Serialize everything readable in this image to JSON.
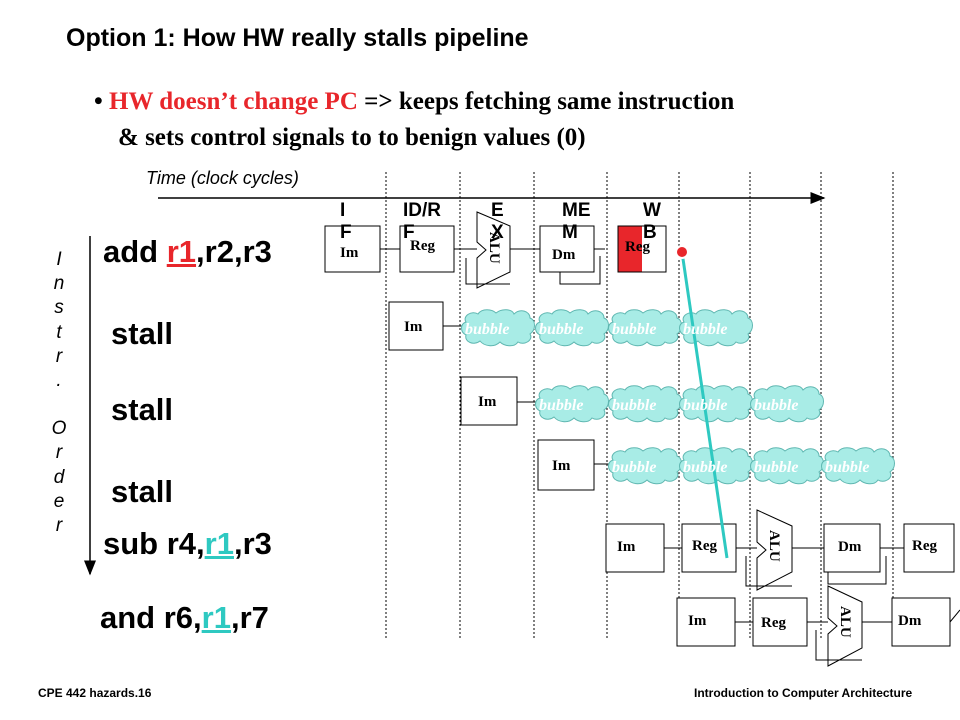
{
  "title": "Option 1: How HW really stalls pipeline",
  "bullet": {
    "marker": "•",
    "line1_red": "HW doesn’t change PC",
    "line1_rest": " => keeps fetching same instruction",
    "line2": "& sets control signals to to benign values (0)"
  },
  "time_label": "Time (clock cycles)",
  "stages": [
    {
      "line1": "I",
      "line2": "F"
    },
    {
      "line1": "ID/R",
      "line2": "F"
    },
    {
      "line1": "E",
      "line2": "X"
    },
    {
      "line1": "ME",
      "line2": "M"
    },
    {
      "line1": "W",
      "line2": "B"
    }
  ],
  "vertical_label": [
    "I",
    "n",
    "s",
    "t",
    "r",
    ".",
    "",
    "O",
    "r",
    "d",
    "e",
    "r"
  ],
  "instructions": {
    "add": {
      "op": "add ",
      "reg": "r1",
      "rest": ",r2,r3"
    },
    "stall1": "stall",
    "stall2": "stall",
    "stall3": "stall",
    "sub": {
      "op": "sub r4,",
      "reg": "r1",
      "rest": ",r3"
    },
    "and": {
      "op": "and r6,",
      "reg": "r1",
      "rest": ",r7"
    }
  },
  "blocks": {
    "im": "Im",
    "reg": "Reg",
    "dm": "Dm",
    "alu": "ALU",
    "bubble": "bubble"
  },
  "colors": {
    "red": "#e8262b",
    "teal": "#2ec9c1",
    "bubble_fill": "#a8ece6",
    "bubble_text": "#ffffff"
  },
  "footer": {
    "left": "CPE 442 hazards.16",
    "right": "Introduction to Computer Architecture"
  }
}
